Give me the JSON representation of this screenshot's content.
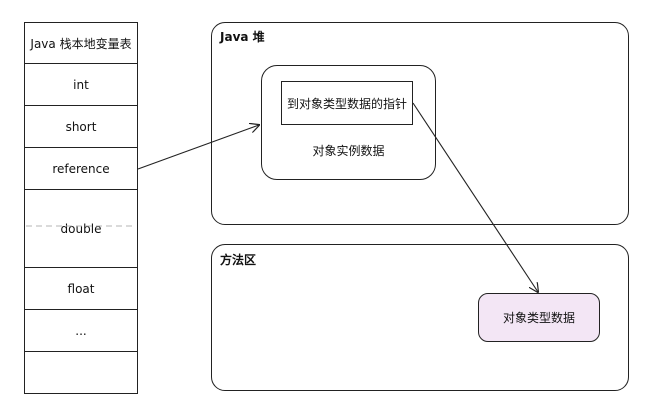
{
  "stack": {
    "title": "Java 栈本地变量表",
    "cells": [
      "int",
      "short",
      "reference",
      "double",
      "float",
      "..."
    ]
  },
  "heap": {
    "label": "Java 堆",
    "pointer_label": "到对象类型数据的指针",
    "instance_label": "对象实例数据"
  },
  "method_area": {
    "label": "方法区",
    "type_data_label": "对象类型数据",
    "type_data_fill": "#f3e6f5"
  }
}
